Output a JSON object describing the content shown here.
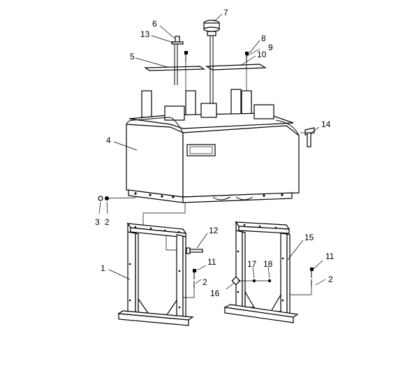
{
  "diagram": {
    "callouts": [
      {
        "id": "c1",
        "text": "1"
      },
      {
        "id": "c2a",
        "text": "2"
      },
      {
        "id": "c2b",
        "text": "2"
      },
      {
        "id": "c2c",
        "text": "2"
      },
      {
        "id": "c3",
        "text": "3"
      },
      {
        "id": "c4",
        "text": "4"
      },
      {
        "id": "c5",
        "text": "5"
      },
      {
        "id": "c6",
        "text": "6"
      },
      {
        "id": "c7",
        "text": "7"
      },
      {
        "id": "c8",
        "text": "8"
      },
      {
        "id": "c9",
        "text": "9"
      },
      {
        "id": "c10",
        "text": "10"
      },
      {
        "id": "c11a",
        "text": "11"
      },
      {
        "id": "c11b",
        "text": "11"
      },
      {
        "id": "c12",
        "text": "12"
      },
      {
        "id": "c13",
        "text": "13"
      },
      {
        "id": "c14",
        "text": "14"
      },
      {
        "id": "c15",
        "text": "15"
      },
      {
        "id": "c16",
        "text": "16"
      },
      {
        "id": "c17",
        "text": "17"
      },
      {
        "id": "c18",
        "text": "18"
      }
    ]
  }
}
